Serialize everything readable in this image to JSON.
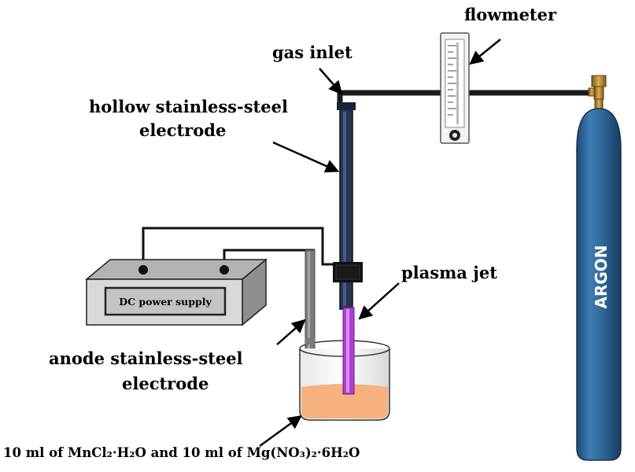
{
  "labels": {
    "flowmeter": "flowmeter",
    "gas_inlet": "gas inlet",
    "hollow_electrode_line1": "hollow stainless-steel",
    "hollow_electrode_line2": "electrode",
    "plasma_jet": "plasma jet",
    "anode_line1": "anode stainless-steel",
    "anode_line2": "electrode",
    "solution": "10 ml of MnCl₂·H₂O and 10 ml of Mg(NO₃)₂·6H₂O"
  },
  "power_supply": {
    "label": "DC power supply"
  },
  "cylinder": {
    "label": "ARGON",
    "color": "#2d6596"
  },
  "colors": {
    "plasma": "#b03fd2",
    "solution": "#f5b27e",
    "electrode": "#2a3550",
    "tube": "#1a1a1a"
  }
}
